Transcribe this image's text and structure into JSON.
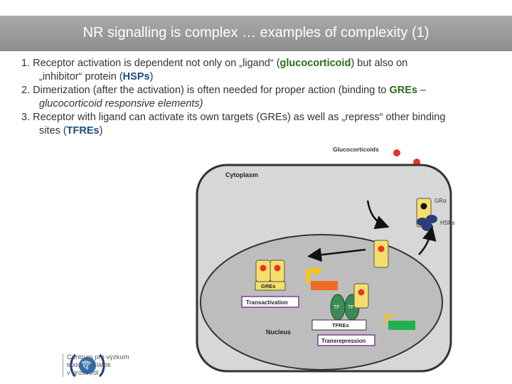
{
  "slide": {
    "title": "NR signalling is complex … examples of complexity (1)",
    "points": [
      {
        "num": "1.",
        "a": "Receptor activation is dependent not only on „ligand“ (",
        "hl1": "glucocorticoid",
        "b": ") but also on",
        "c": "„inhibitor“ protein (",
        "hl2": "HSPs",
        "d": ")"
      },
      {
        "num": "2.",
        "a": "Dimerization (after the activation) is often needed for proper action (binding to ",
        "hl1": "GREs",
        "b": " –",
        "c": "glucocorticoid responsive elements)"
      },
      {
        "num": "3.",
        "a": "Receptor with ligand can activate its own targets (GREs) as well as „repress“ other binding",
        "b": "sites (",
        "hl1": "TFREs",
        "c": ")"
      }
    ]
  },
  "figure": {
    "glucocorticoids": "Glucocorticoids",
    "cytoplasm": "Cytoplasm",
    "gr_alpha": "GRα",
    "hsps": "HSPs",
    "gres": "GREs",
    "transactivation": "Transactivation",
    "tf1": "TF",
    "tf2": "TF",
    "tfres": "TFREs",
    "transrepression": "Transrepression",
    "nucleus": "Nucleus",
    "colors": {
      "cell": "#d7d7d7",
      "nucleus": "#bdbdbd",
      "ligand": "#e8332a",
      "receptor": "#f5df6a",
      "hsp": "#2b3d7a",
      "tf": "#3c8a55",
      "orange_box": "#f26a21",
      "green_box": "#22b14c",
      "label_border": "#7b3f9e"
    }
  },
  "logo": {
    "line1": "Centrum pro výzkum",
    "line2": "toxických látek",
    "line3": "v prostředí"
  }
}
